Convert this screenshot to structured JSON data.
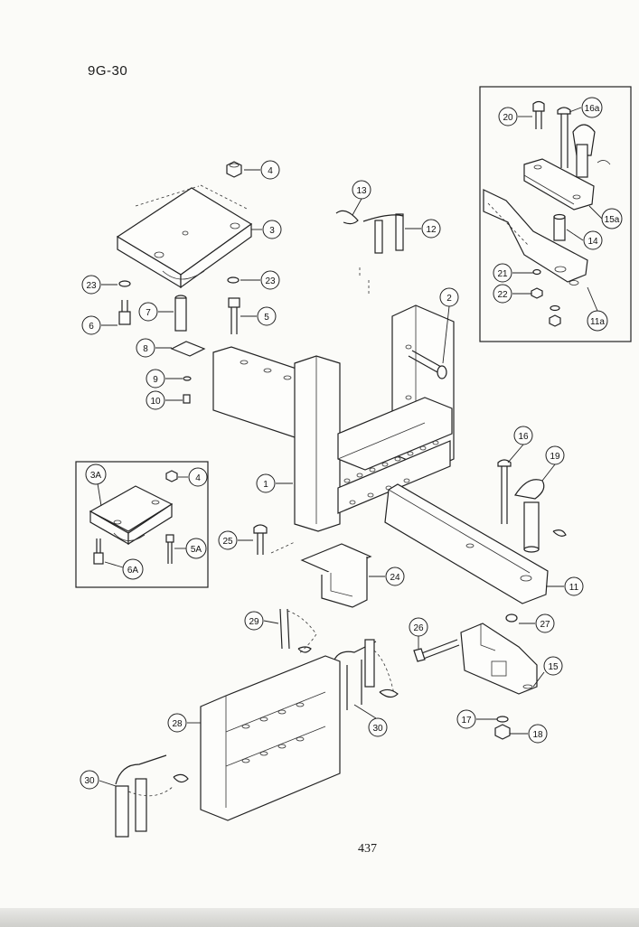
{
  "page": {
    "code": "9G-30",
    "number": "437"
  },
  "callouts": {
    "c1": "1",
    "c2": "2",
    "c3": "3",
    "c4a": "4",
    "c5": "5",
    "c6": "6",
    "c7": "7",
    "c8": "8",
    "c9": "9",
    "c10": "10",
    "c11": "11",
    "c12": "12",
    "c13": "13",
    "c14": "14",
    "c15": "15",
    "c16": "16",
    "c17": "17",
    "c18": "18",
    "c19": "19",
    "c20": "20",
    "c21": "21",
    "c22": "22",
    "c23a": "23",
    "c23b": "23",
    "c24": "24",
    "c25": "25",
    "c26": "26",
    "c27": "27",
    "c28": "28",
    "c29": "29",
    "c30a": "30",
    "c30b": "30",
    "c3a": "3A",
    "c4b": "4",
    "c5a": "5A",
    "c6a": "6A",
    "c11a": "11a",
    "c15a": "15a",
    "c16a": "16a"
  }
}
